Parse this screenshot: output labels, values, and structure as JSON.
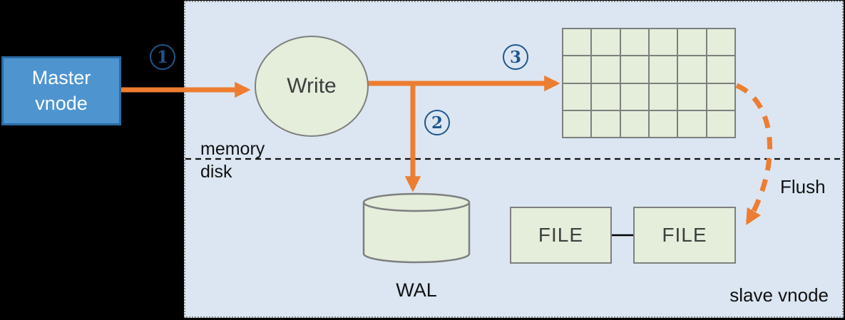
{
  "diagram": {
    "nodes": {
      "master": {
        "label": "Master vnode"
      },
      "write": {
        "label": "Write"
      },
      "wal": {
        "label": "WAL"
      },
      "files": [
        {
          "label": "FILE"
        },
        {
          "label": "FILE"
        }
      ],
      "slave": {
        "label": "slave vnode"
      }
    },
    "zone_labels": {
      "memory": "memory",
      "disk": "disk"
    },
    "flow_labels": {
      "flush": "Flush"
    },
    "steps": [
      {
        "number": "1"
      },
      {
        "number": "2"
      },
      {
        "number": "3"
      }
    ],
    "memtable_grid": {
      "rows": 4,
      "cols": 6
    },
    "colors": {
      "background": "#000000",
      "slave_box_fill": "#dbe6f2",
      "slave_box_border": "#8c8c8c",
      "master_fill": "#4e95d0",
      "master_border": "#2a6ca5",
      "node_fill": "#e4eedb",
      "node_border": "#7f7f7f",
      "arrow_orange": "#ED7D31",
      "step_badge_blue": "#1f568c",
      "text_dark": "#3f3f3f"
    }
  }
}
